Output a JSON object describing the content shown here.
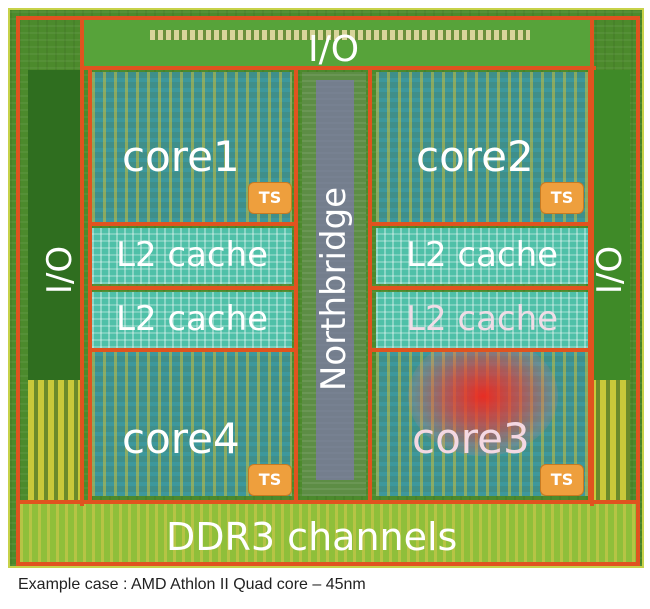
{
  "diagram": {
    "io_top": "I/O",
    "io_left": "I/O",
    "io_right": "I/O",
    "core1": "core1",
    "core2": "core2",
    "core3": "core3",
    "core4": "core4",
    "l2_cache_label": "L2 cache",
    "northbridge": "Northbridge",
    "ddr3": "DDR3 channels",
    "ts": "TS"
  },
  "caption": "Example case : AMD Athlon II Quad core – 45nm",
  "colors": {
    "lane": "#e0531f",
    "ts_box": "#ee9f3d",
    "hotspot": "#f0281e",
    "core": "#3f8f8a",
    "cache": "#4fc0a8"
  }
}
